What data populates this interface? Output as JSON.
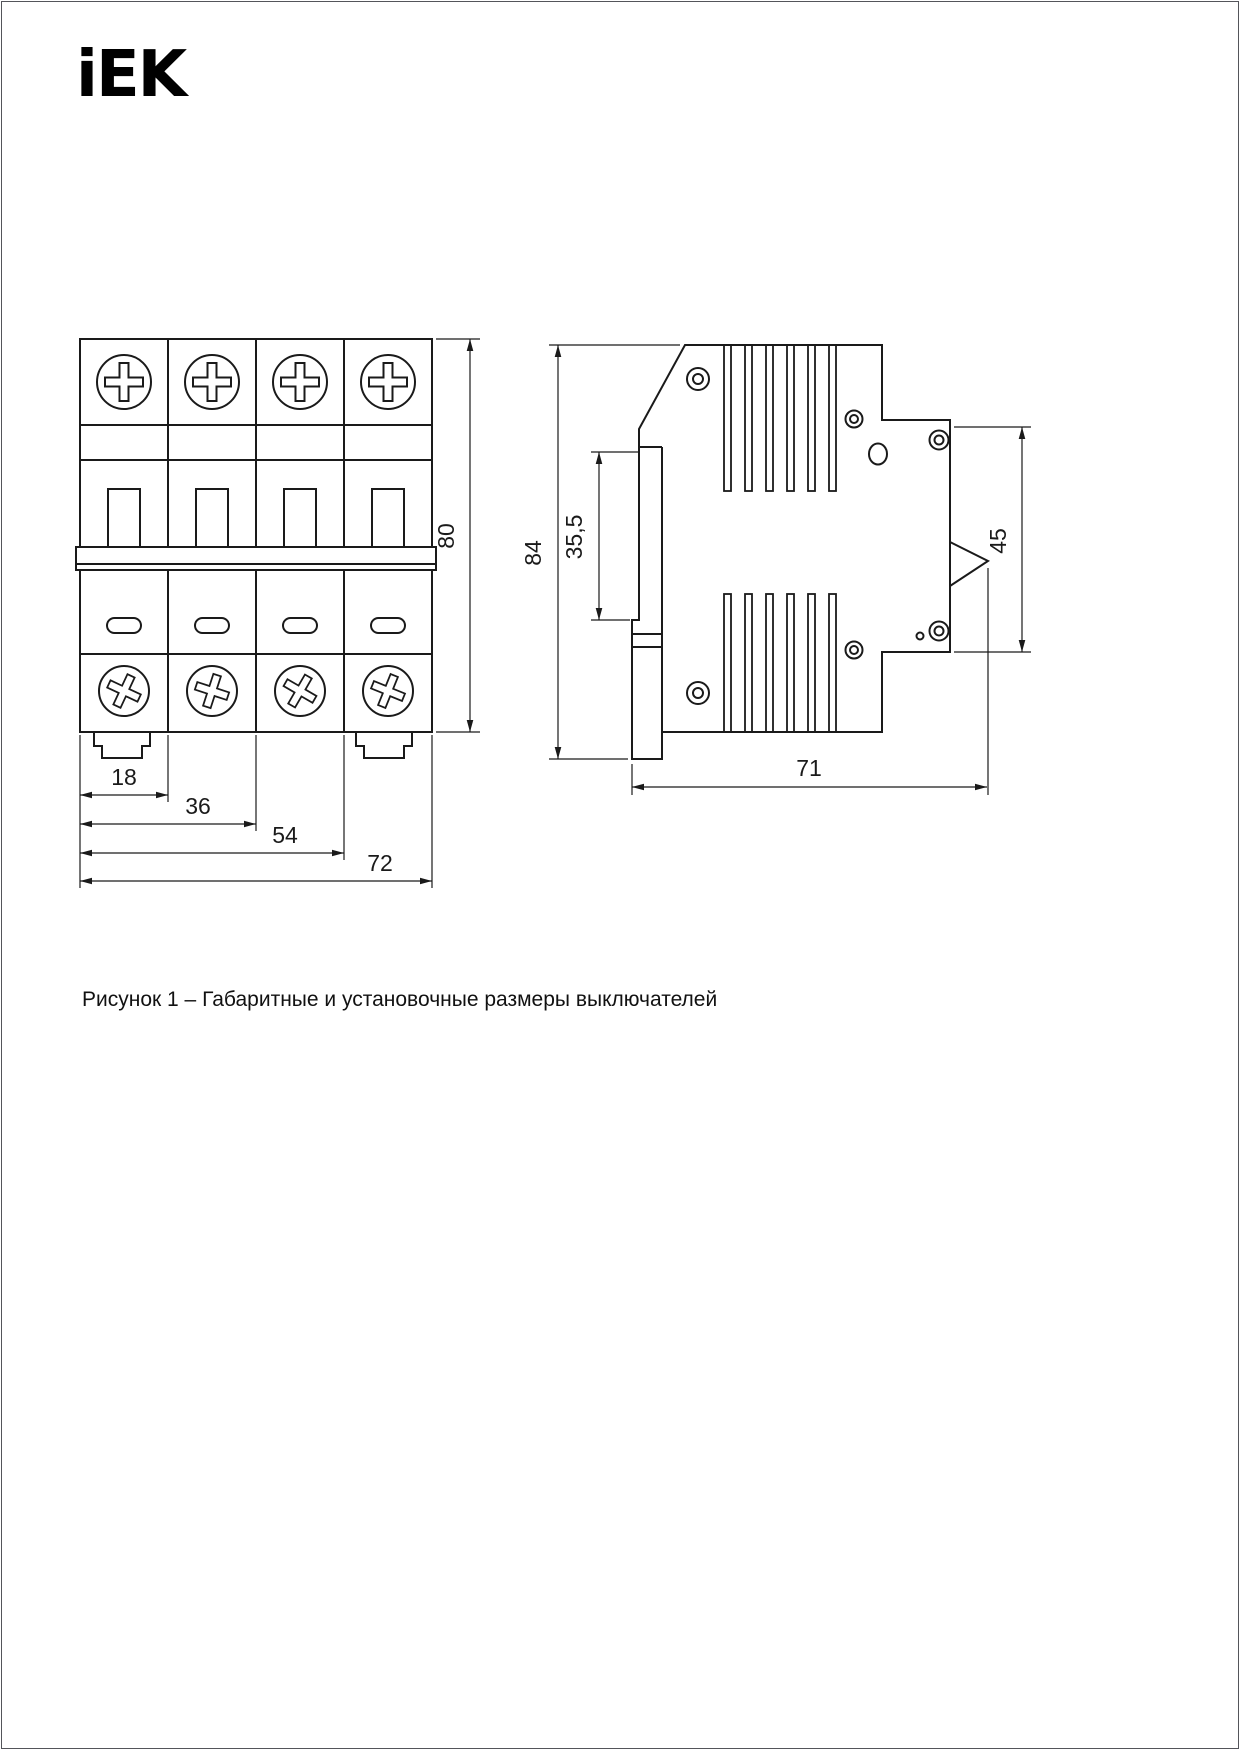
{
  "colors": {
    "line": "#1a1a1a",
    "background": "#ffffff"
  },
  "logo": {
    "text": "iEK"
  },
  "front_view": {
    "dim_height_mm": "80",
    "dim_width_1": "18",
    "dim_width_2": "36",
    "dim_width_3": "54",
    "dim_width_4": "72"
  },
  "side_view": {
    "dim_height_mm": "84",
    "dim_din_rail": "35,5",
    "dim_front_panel": "45",
    "dim_depth_mm": "71"
  },
  "caption": "Рисунок 1 – Габаритные и установочные размеры выключателей"
}
